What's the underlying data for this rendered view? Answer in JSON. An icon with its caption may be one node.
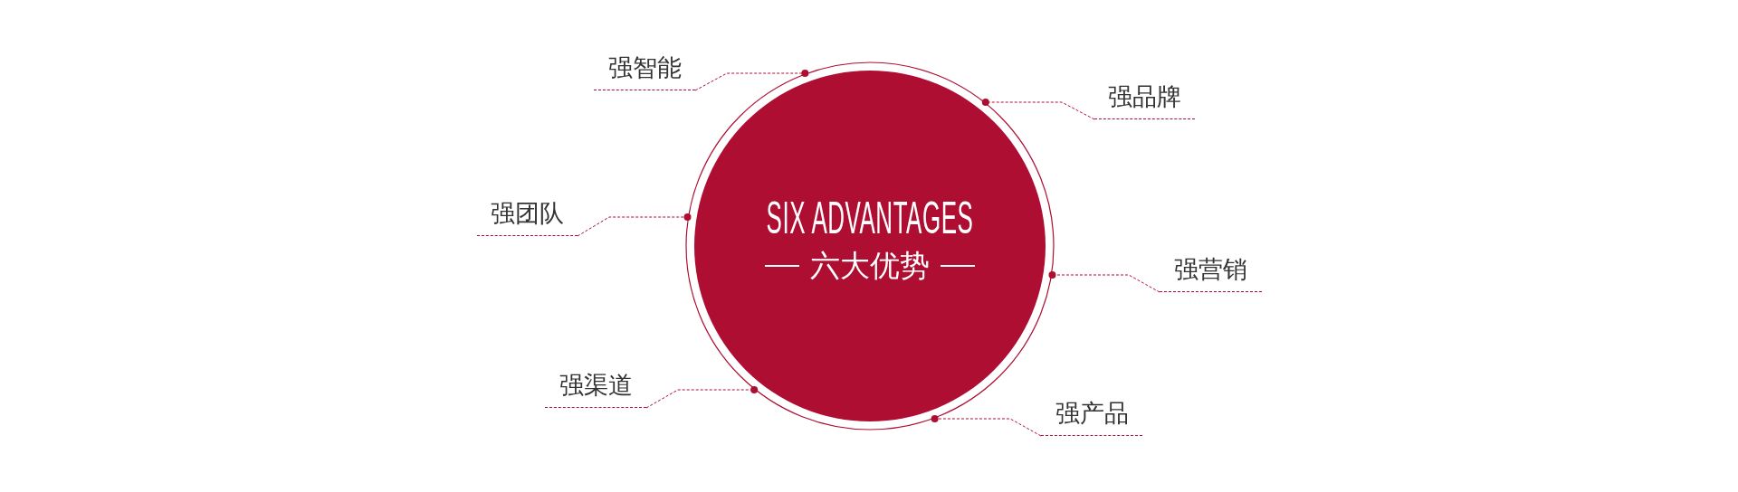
{
  "diagram": {
    "nodes": [
      {
        "text": [
          "SIX ADVANTAGES",
          "六大优势"
        ]
      },
      {
        "text": [
          "强智能"
        ]
      },
      {
        "text": [
          "强品牌"
        ]
      },
      {
        "text": [
          "强团队"
        ]
      },
      {
        "text": [
          "强营销"
        ]
      },
      {
        "text": [
          "强渠道"
        ]
      },
      {
        "text": [
          "强产品"
        ]
      }
    ],
    "edges": [
      {
        "from": 1,
        "to": 0,
        "arrow": "other",
        "style": "dashed"
      },
      {
        "from": 2,
        "to": 0,
        "arrow": "other",
        "style": "dashed"
      },
      {
        "from": 3,
        "to": 0,
        "arrow": "other",
        "style": "dashed"
      },
      {
        "from": 4,
        "to": 0,
        "arrow": "other",
        "style": "dashed"
      },
      {
        "from": 5,
        "to": 0,
        "arrow": "other",
        "style": "dashed"
      },
      {
        "from": 6,
        "to": 0,
        "arrow": "other",
        "style": "dashed"
      }
    ]
  }
}
